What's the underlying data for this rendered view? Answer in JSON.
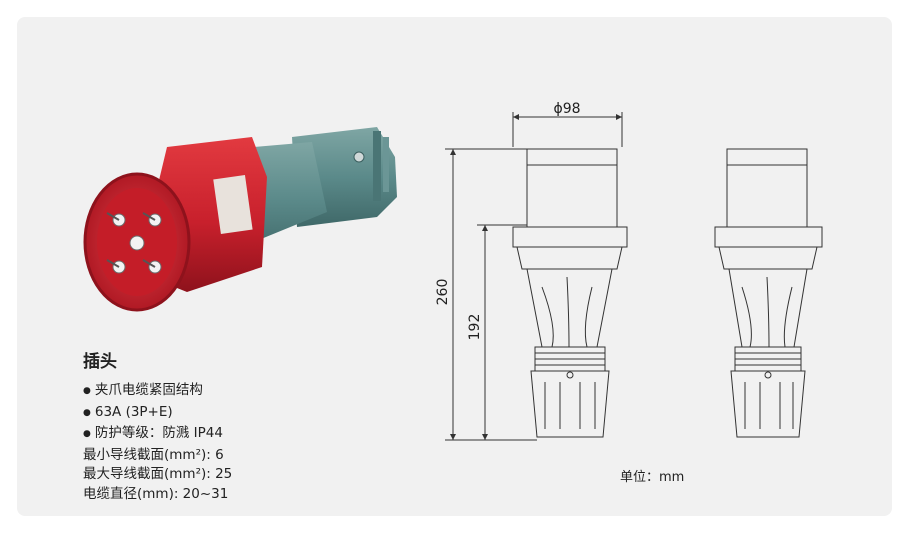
{
  "product": {
    "title": "插头",
    "features": [
      "夹爪电缆紧固结构",
      "63A (3P+E)",
      "防护等级：防溅  IP44"
    ],
    "specs": [
      "最小导线截面(mm²): 6",
      "最大导线截面(mm²): 25",
      "电缆直径(mm): 20~31"
    ]
  },
  "drawing": {
    "diameter_label": "ϕ98",
    "length_total_label": "260",
    "length_body_label": "192",
    "unit_label": "单位：mm"
  },
  "colors": {
    "plug_red": "#c8202c",
    "plug_teal": "#5b8a8a",
    "pin_metal": "#9a9a9a",
    "background_card": "#f1f1f1"
  }
}
